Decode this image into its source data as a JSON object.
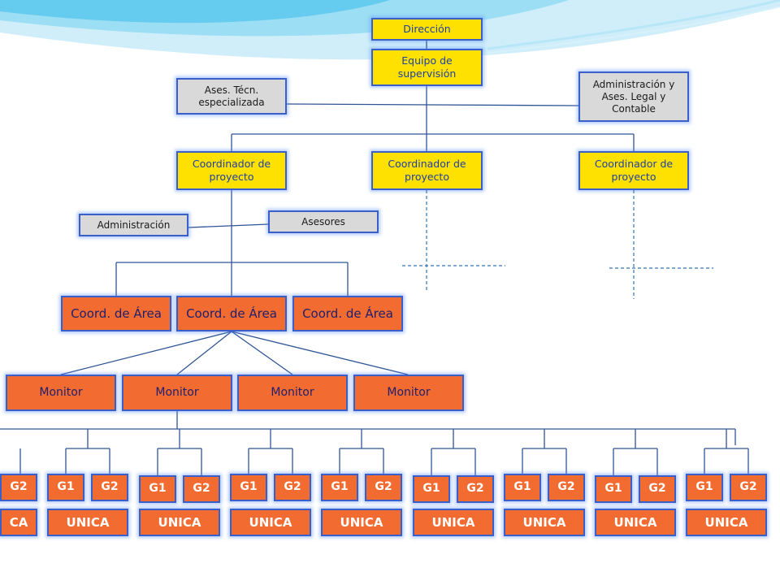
{
  "colors": {
    "yellow_box": "#ffe100",
    "gray_box": "#d9d9d9",
    "orange_box": "#f26b30",
    "border": "#3b5fc9",
    "connector": "#2f5496",
    "dashed": "#2e75b6"
  },
  "nodes": {
    "direccion": "Dirección",
    "equipo": "Equipo de supervisión",
    "ases_tecn": "Ases. Técn. especializada",
    "admin_legal": "Administración y Ases. Legal y Contable",
    "coordinadores": [
      "Coordinador de proyecto",
      "Coordinador de proyecto",
      "Coordinador de proyecto"
    ],
    "administracion": "Administración",
    "asesores": "Asesores",
    "areas": [
      "Coord. de Área",
      "Coord. de Área",
      "Coord. de Área"
    ],
    "monitors": [
      "Monitor",
      "Monitor",
      "Monitor",
      "Monitor"
    ],
    "group_g1": "G1",
    "group_g2": "G2",
    "unica": "UNICA",
    "unica_partial": "CA"
  }
}
